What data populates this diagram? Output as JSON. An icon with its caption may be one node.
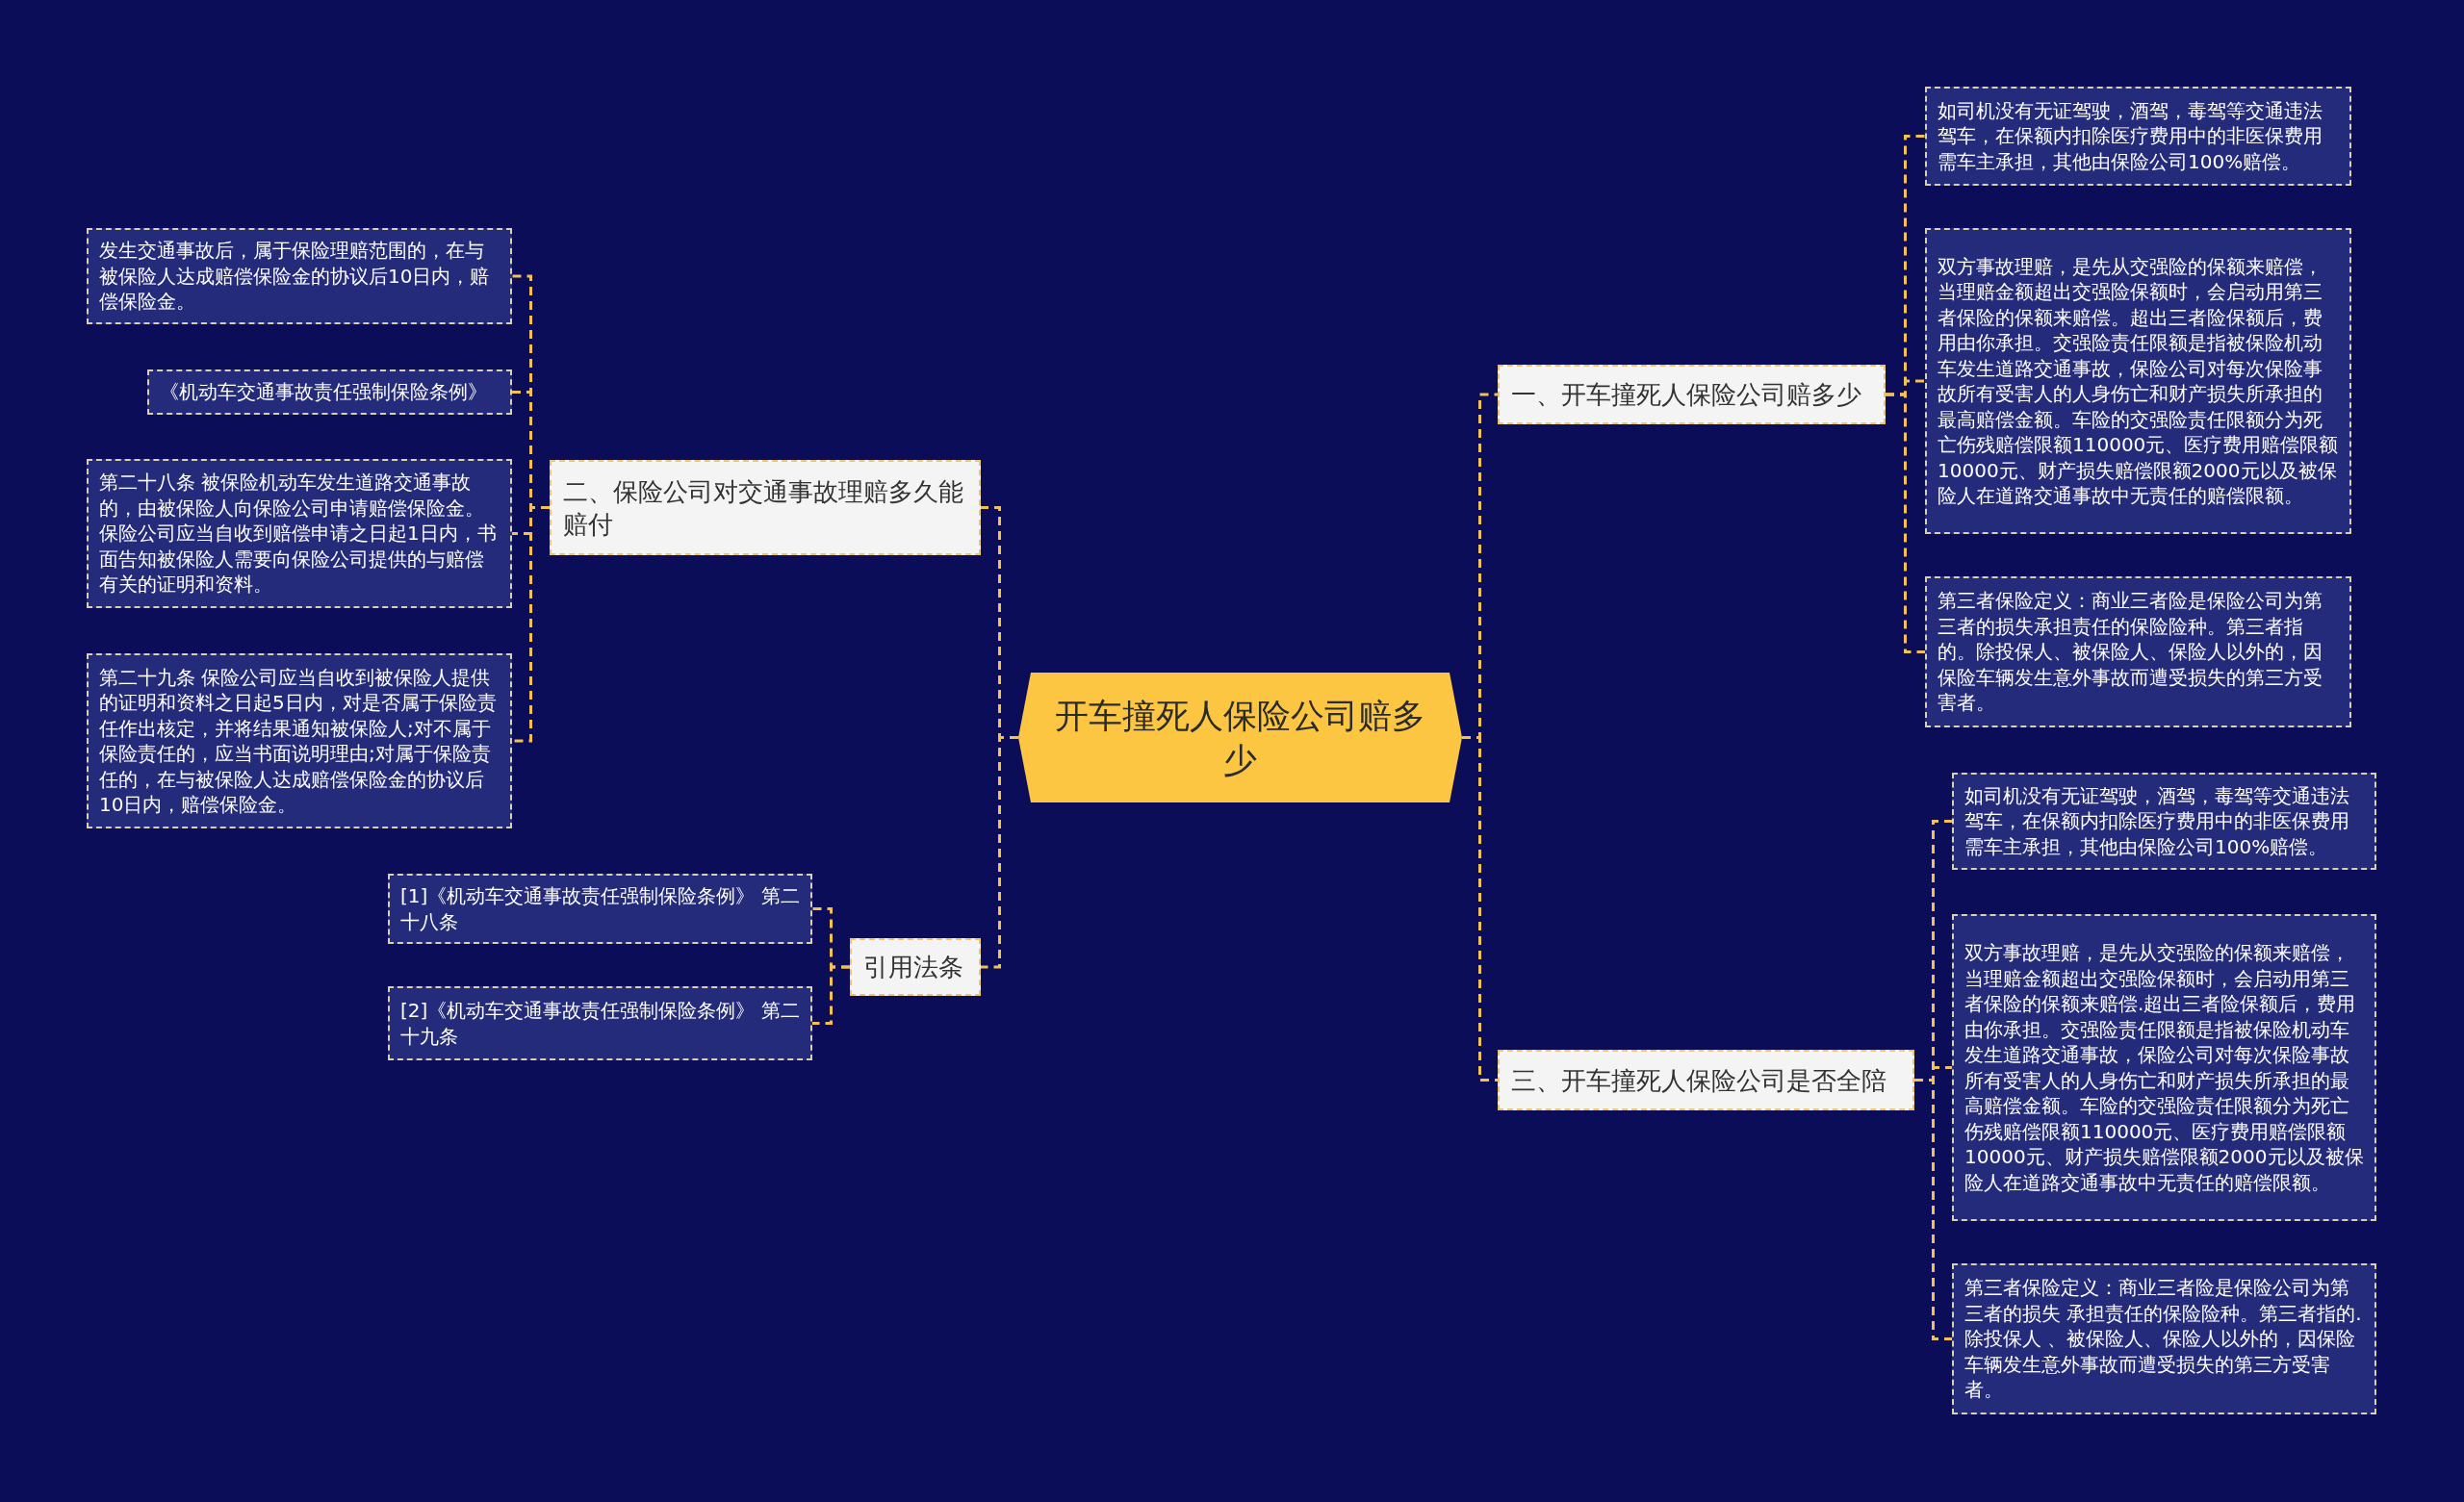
{
  "diagram": {
    "nodes": [
      {
        "text": [
          "开车撞死人保险公司赔多少"
        ]
      },
      {
        "text": [
          "一、开车撞死人保险公司赔多少"
        ]
      },
      {
        "text": [
          "如司机没有无证驾驶，酒驾，毒驾等交通违法驾车，在保额内扣除医疗费用中的非医保费用需车主承担，其他由保险公司100%赔偿。"
        ]
      },
      {
        "text": [
          "双方事故理赔，是先从交强险的保额来赔偿，当理赔金额超出交强险保额时，会启动用第三者保险的保额来赔偿。超出三者险保额后，费用由你承担。交强险责任限额是指被保险机动车发生道路交通事故，保险公司对每次保险事故所有受害人的人身伤亡和财产损失所承担的最高赔偿金额。车险的交强险责任限额分为死亡伤残赔偿限额110000元、医疗费用赔偿限额10000元、财产损失赔偿限额2000元以及被保险人在道路交通事故中无责任的赔偿限额。"
        ]
      },
      {
        "text": [
          "第三者保险定义：商业三者险是保险公司为第三者的损失承担责任的保险险种。第三者指的。除投保人、被保险人、保险人以外的，因保险车辆发生意外事故而遭受损失的第三方受害者。"
        ]
      },
      {
        "text": [
          "二、保险公司对交通事故理赔多久能赔付"
        ]
      },
      {
        "text": [
          "发生交通事故后，属于保险理赔范围的，在与被保险人达成赔偿保险金的协议后10日内，赔偿保险金。"
        ]
      },
      {
        "text": [
          "《机动车交通事故责任强制保险条例》"
        ]
      },
      {
        "text": [
          "第二十八条 被保险机动车发生道路交通事故的，由被保险人向保险公司申请赔偿保险金。保险公司应当自收到赔偿申请之日起1日内，书面告知被保险人需要向保险公司提供的与赔偿有关的证明和资料。"
        ]
      },
      {
        "text": [
          "第二十九条 保险公司应当自收到被保险人提供的证明和资料之日起5日内，对是否属于保险责任作出核定，并将结果通知被保险人;对不属于保险责任的，应当书面说明理由;对属于保险责任的，在与被保险人达成赔偿保险金的协议后10日内，赔偿保险金。"
        ]
      },
      {
        "text": [
          "三、开车撞死人保险公司是否全陪"
        ]
      },
      {
        "text": [
          "如司机没有无证驾驶，酒驾，毒驾等交通违法驾车，在保额内扣除医疗费用中的非医保费用需车主承担，其他由保险公司100%赔偿。"
        ]
      },
      {
        "text": [
          "双方事故理赔，是先从交强险的保额来赔偿，当理赔金额超出交强险保额时，会启动用第三者保险的保额来赔偿.超出三者险保额后，费用由你承担。交强险责任限额是指被保险机动车发生道路交通事故，保险公司对每次保险事故所有受害人的人身伤亡和财产损失所承担的最高赔偿金额。车险的交强险责任限额分为死亡伤残赔偿限额110000元、医疗费用赔偿限额10000元、财产损失赔偿限额2000元以及被保险人在道路交通事故中无责任的赔偿限额。"
        ]
      },
      {
        "text": [
          "第三者保险定义：商业三者险是保险公司为第三者的损失 承担责任的保险险种。第三者指的.除投保人 、被保险人、保险人以外的，因保险车辆发生意外事故而遭受损失的第三方受害者。"
        ]
      },
      {
        "text": [
          "引用法条"
        ]
      },
      {
        "text": [
          "[1]《机动车交通事故责任强制保险条例》 第二十八条"
        ]
      },
      {
        "text": [
          "[2]《机动车交通事故责任强制保险条例》 第二十九条"
        ]
      }
    ],
    "edges": [
      {
        "from": 0,
        "to": 1,
        "arrow": "none"
      },
      {
        "from": 1,
        "to": 2,
        "arrow": "none"
      },
      {
        "from": 1,
        "to": 3,
        "arrow": "none"
      },
      {
        "from": 1,
        "to": 4,
        "arrow": "none"
      },
      {
        "from": 0,
        "to": 5,
        "arrow": "none"
      },
      {
        "from": 5,
        "to": 6,
        "arrow": "none"
      },
      {
        "from": 5,
        "to": 7,
        "arrow": "none"
      },
      {
        "from": 5,
        "to": 8,
        "arrow": "none"
      },
      {
        "from": 5,
        "to": 9,
        "arrow": "none"
      },
      {
        "from": 0,
        "to": 10,
        "arrow": "none"
      },
      {
        "from": 10,
        "to": 11,
        "arrow": "none"
      },
      {
        "from": 10,
        "to": 12,
        "arrow": "none"
      },
      {
        "from": 10,
        "to": 13,
        "arrow": "none"
      },
      {
        "from": 0,
        "to": 14,
        "arrow": "none"
      },
      {
        "from": 14,
        "to": 15,
        "arrow": "none"
      },
      {
        "from": 14,
        "to": 16,
        "arrow": "none"
      }
    ]
  }
}
